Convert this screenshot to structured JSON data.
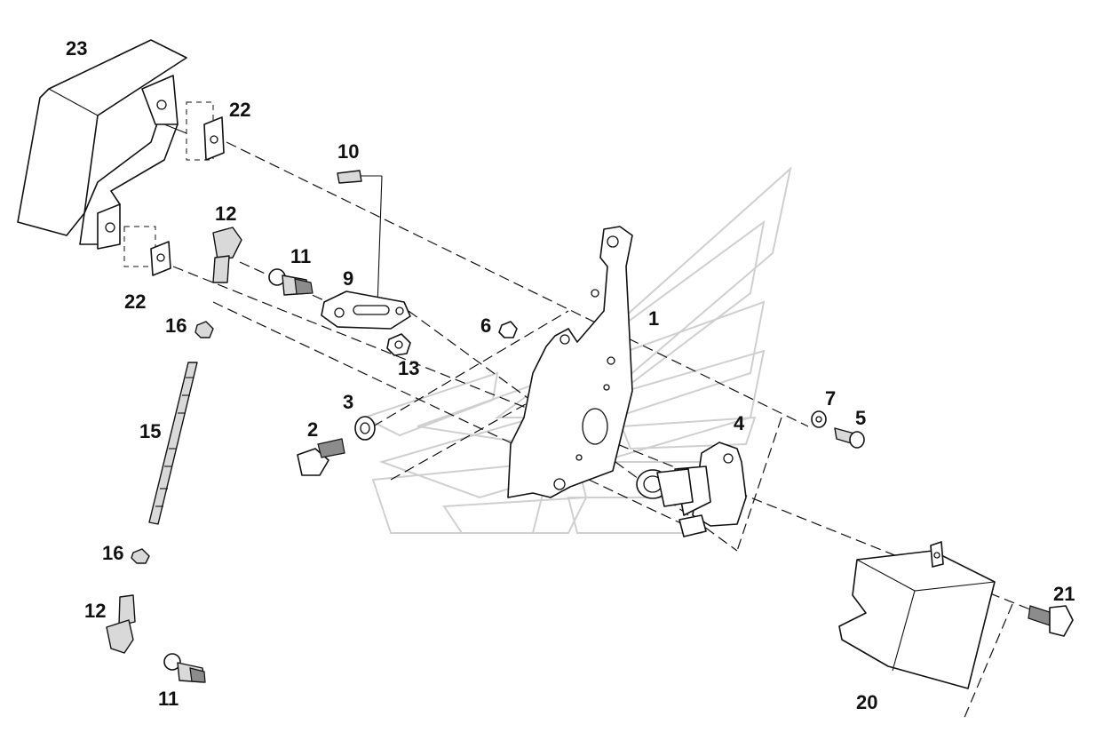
{
  "callouts": {
    "c1": "1",
    "c2": "2",
    "c3": "3",
    "c4": "4",
    "c5": "5",
    "c6": "6",
    "c7": "7",
    "c9": "9",
    "c10": "10",
    "c11a": "11",
    "c11b": "11",
    "c12a": "12",
    "c12b": "12",
    "c13": "13",
    "c15": "15",
    "c16a": "16",
    "c16b": "16",
    "c20": "20",
    "c21": "21",
    "c22a": "22",
    "c22b": "22",
    "c23": "23"
  },
  "colors": {
    "line": "#111111",
    "watermark": "#cfcfcf",
    "background": "#ffffff"
  }
}
